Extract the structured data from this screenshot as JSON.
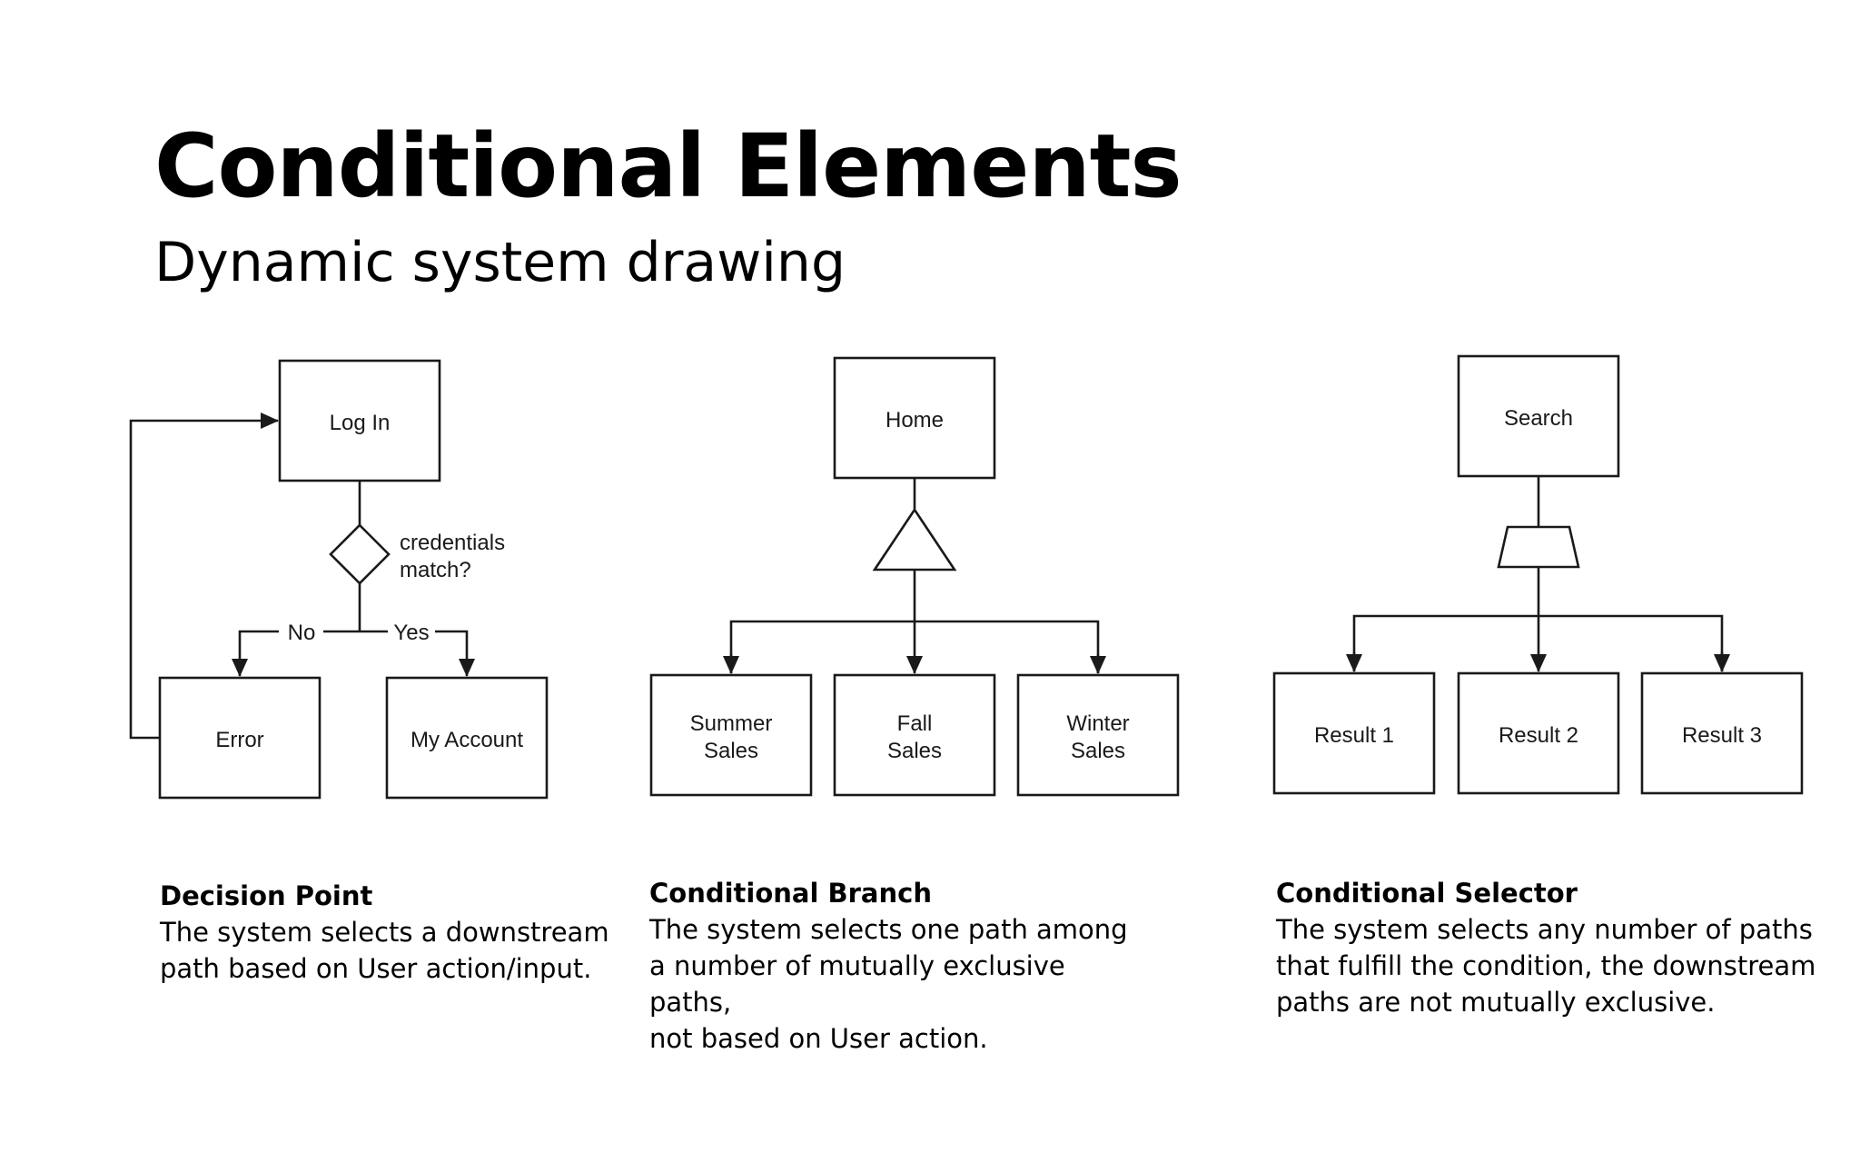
{
  "page": {
    "title": "Conditional Elements",
    "subtitle": "Dynamic system drawing"
  },
  "decision_point": {
    "nodes": {
      "login": "Log In",
      "error": "Error",
      "account": "My Account"
    },
    "decision_label": [
      "credentials",
      "match?"
    ],
    "edge_no": "No",
    "edge_yes": "Yes",
    "caption_title": "Decision Point",
    "caption_body": "The system selects a downstream\npath based on User action/input."
  },
  "conditional_branch": {
    "nodes": {
      "home": "Home",
      "summer": [
        "Summer",
        "Sales"
      ],
      "fall": [
        "Fall",
        "Sales"
      ],
      "winter": [
        "Winter",
        "Sales"
      ]
    },
    "caption_title": "Conditional Branch",
    "caption_body": "The system selects one path among\na number of mutually exclusive paths,\nnot based on User action."
  },
  "conditional_selector": {
    "nodes": {
      "search": "Search",
      "result1": "Result 1",
      "result2": "Result 2",
      "result3": "Result 3"
    },
    "caption_title": "Conditional Selector",
    "caption_body": "The system selects any number of paths\nthat fulfill the condition, the downstream\npaths are not mutually exclusive."
  }
}
